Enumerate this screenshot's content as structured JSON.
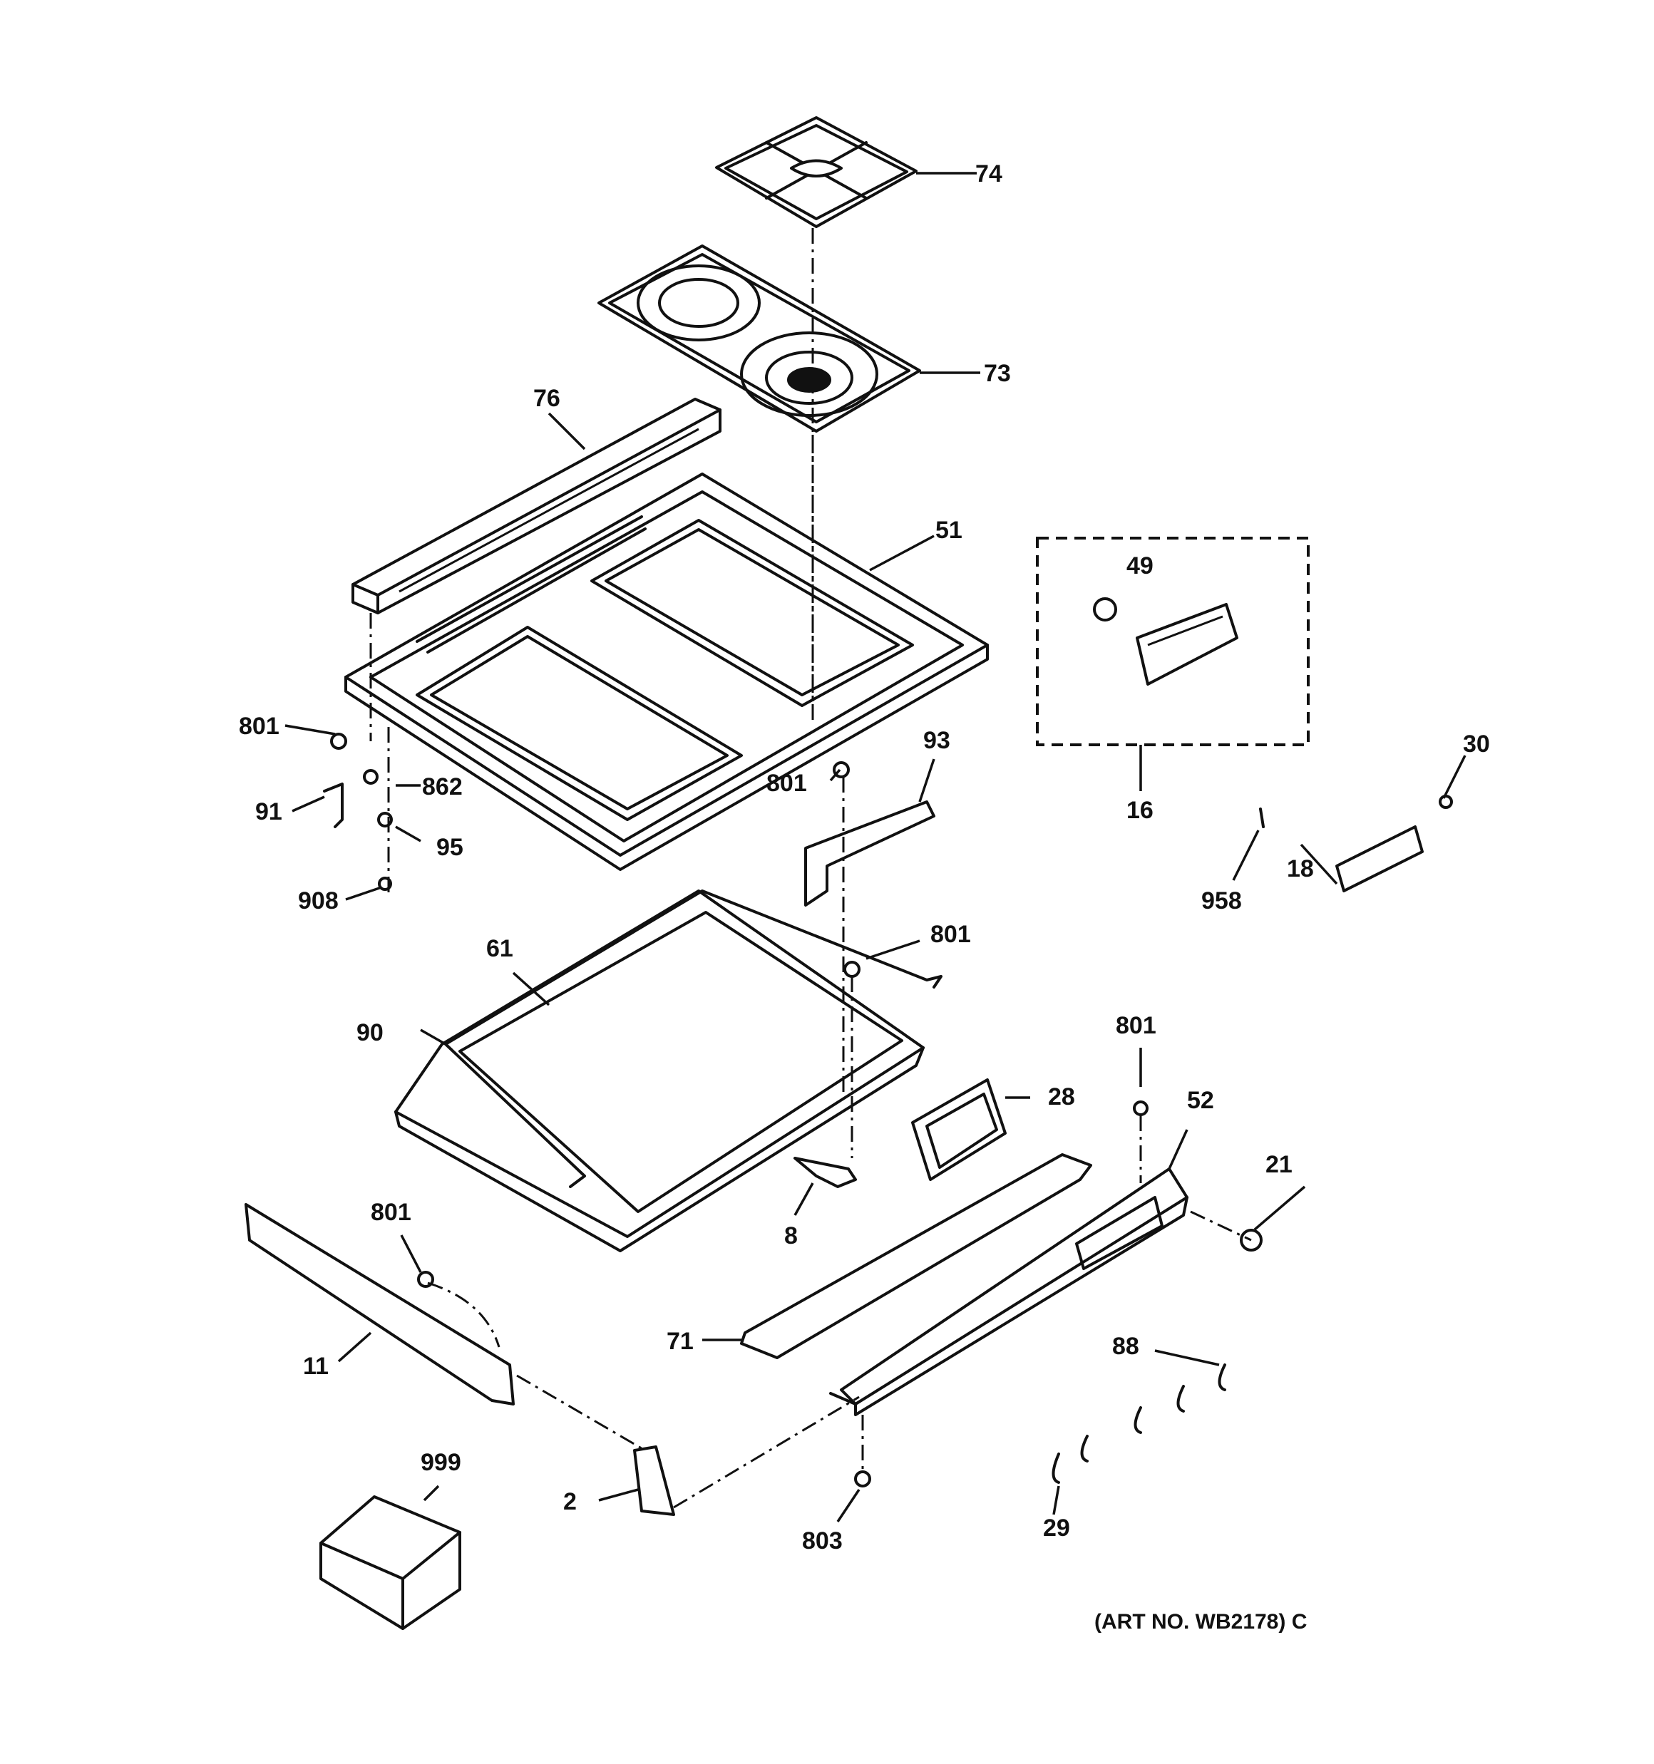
{
  "diagram": {
    "labels": {
      "p74": "74",
      "p73": "73",
      "p76": "76",
      "p51": "51",
      "p49": "49",
      "p16": "16",
      "p801a": "801",
      "p862": "862",
      "p91": "91",
      "p95": "95",
      "p908": "908",
      "p93": "93",
      "p801b": "801",
      "p801c": "801",
      "p61": "61",
      "p90": "90",
      "p30": "30",
      "p18": "18",
      "p958": "958",
      "p801d": "801",
      "p52": "52",
      "p28": "28",
      "p21": "21",
      "p8": "8",
      "p801e": "801",
      "p11": "11",
      "p71": "71",
      "p88": "88",
      "p999": "999",
      "p2": "2",
      "p803": "803",
      "p29": "29"
    },
    "art_number": "(ART NO. WB2178) C"
  }
}
